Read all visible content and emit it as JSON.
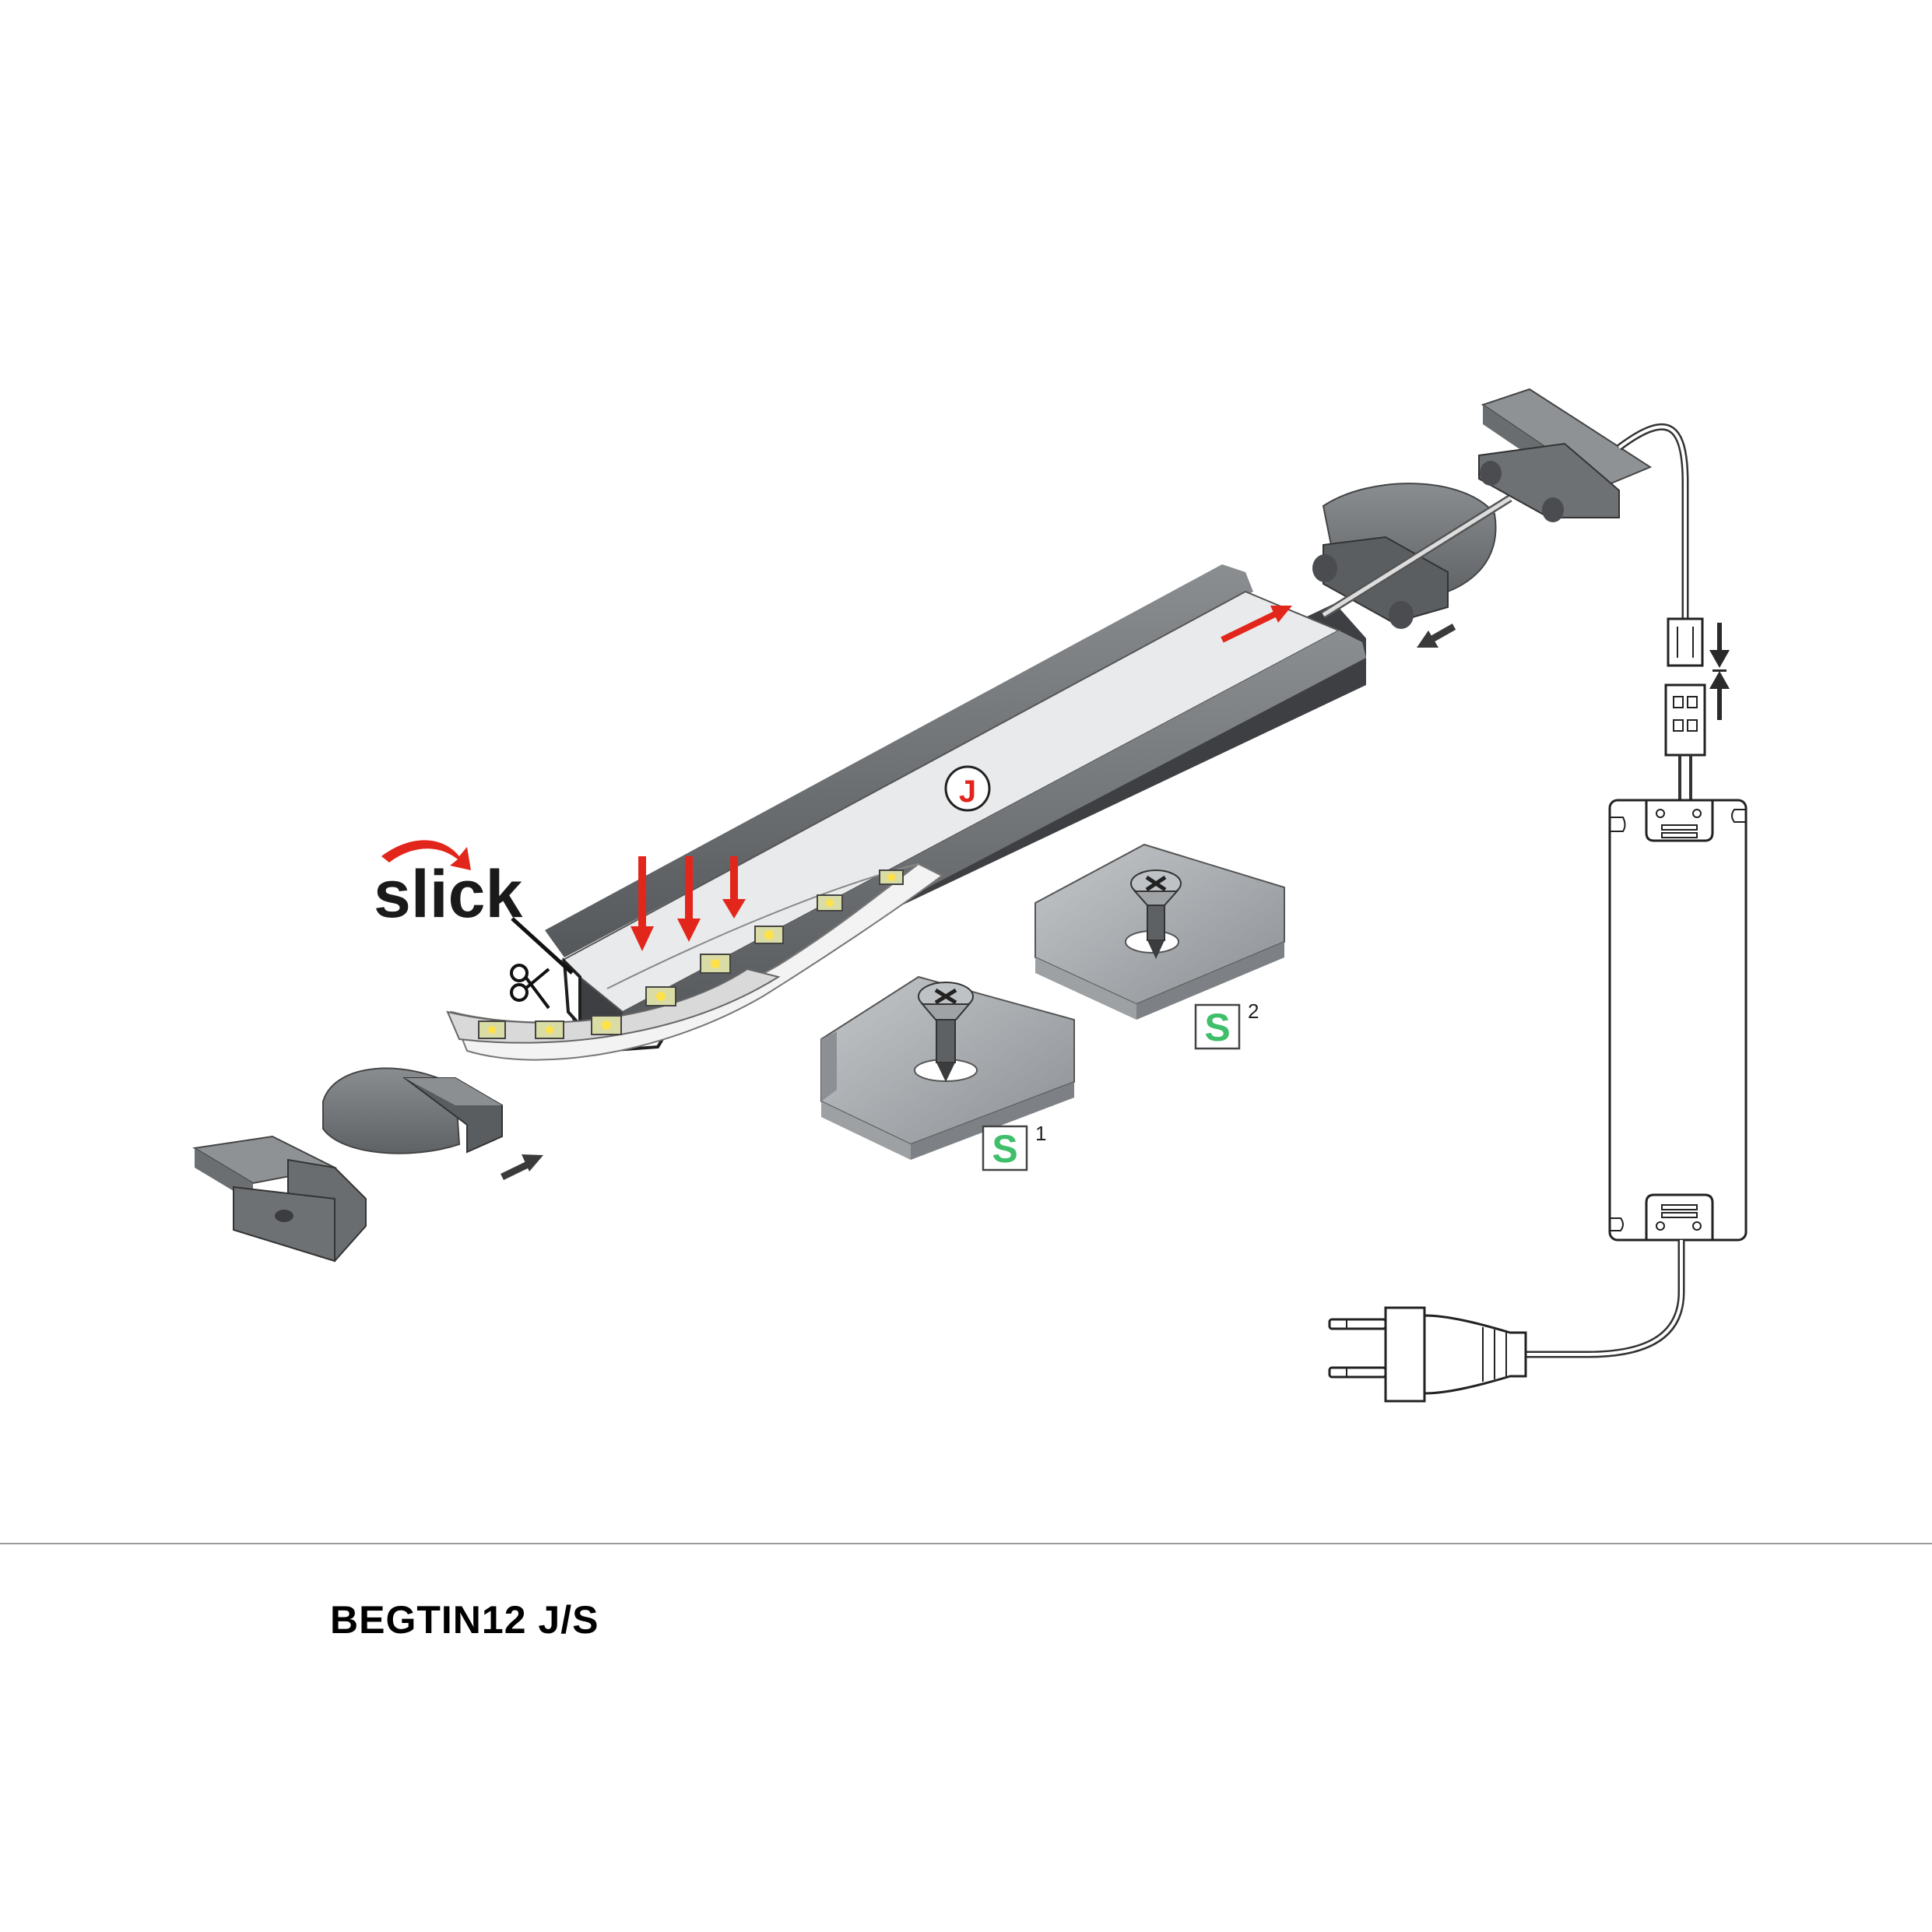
{
  "product": {
    "code": "BEGTIN12 J/S"
  },
  "diagram": {
    "brand_word": "slick",
    "diffuser_marker": "J",
    "mount_clip_1": {
      "letter": "S",
      "index": "1"
    },
    "mount_clip_2": {
      "letter": "S",
      "index": "2"
    }
  },
  "colors": {
    "profile": "#6f7275",
    "profile_dark": "#3d3f42",
    "clip": "#a7abae",
    "accent_red": "#e3261b",
    "accent_green": "#3fbf6a",
    "arrow_dark": "#3a3a3a"
  },
  "icons": [
    "scissors-icon",
    "screw-icon",
    "plug-icon",
    "connector-icon",
    "arrow-icon"
  ]
}
